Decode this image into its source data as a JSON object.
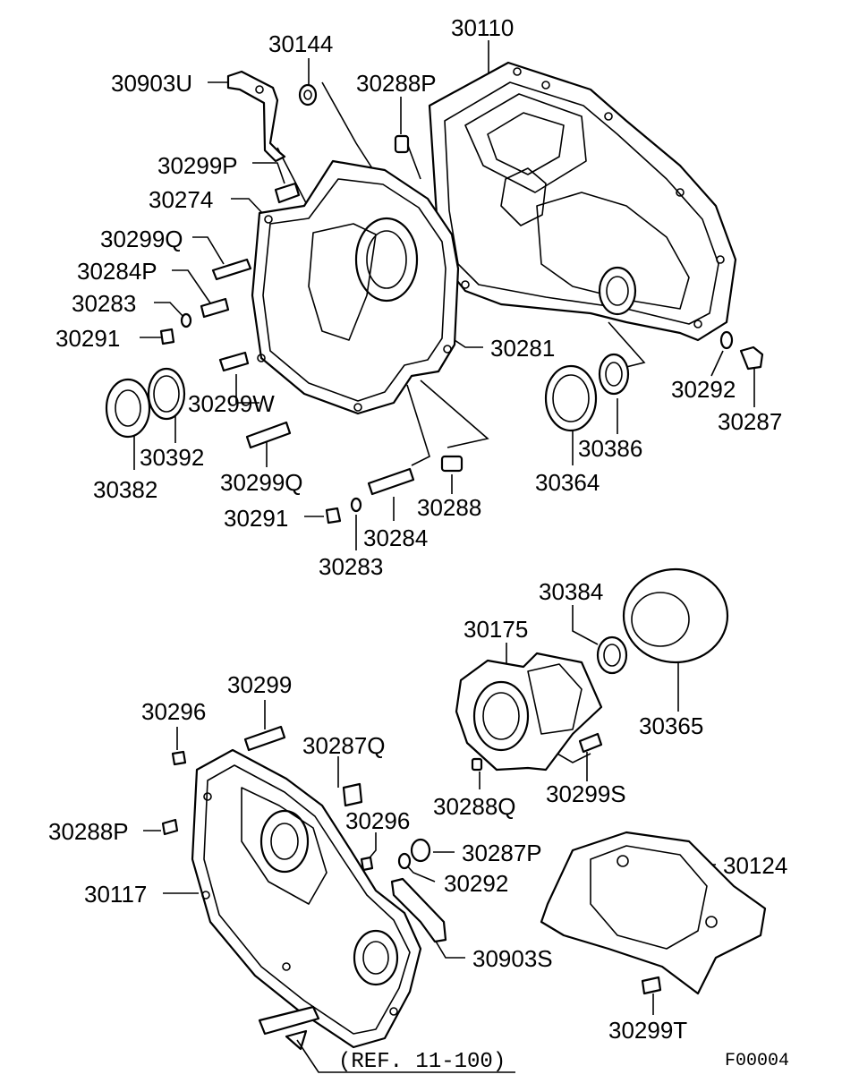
{
  "labels": {
    "p30110": "30110",
    "p30144": "30144",
    "p30903U": "30903U",
    "p30288P_top": "30288P",
    "p30299P": "30299P",
    "p30274": "30274",
    "p30299Q_top": "30299Q",
    "p30284P": "30284P",
    "p30283_top": "30283",
    "p30291_top": "30291",
    "p30281": "30281",
    "p30292_top": "30292",
    "p30287": "30287",
    "p30299W": "30299W",
    "p30392": "30392",
    "p30382": "30382",
    "p30299Q_mid": "30299Q",
    "p30386": "30386",
    "p30364": "30364",
    "p30288": "30288",
    "p30291_mid": "30291",
    "p30284": "30284",
    "p30283_mid": "30283",
    "p30384": "30384",
    "p30175": "30175",
    "p30365": "30365",
    "p30299": "30299",
    "p30296_top": "30296",
    "p30287Q": "30287Q",
    "p30288Q": "30288Q",
    "p30299S": "30299S",
    "p30296_mid": "30296",
    "p30288P_bot": "30288P",
    "p30287P": "30287P",
    "p30124": "30124",
    "p30292_bot": "30292",
    "p30117": "30117",
    "p30903S": "30903S",
    "p30299T": "30299T",
    "ref": "(REF. 11-100)",
    "figure_code": "F00004"
  }
}
